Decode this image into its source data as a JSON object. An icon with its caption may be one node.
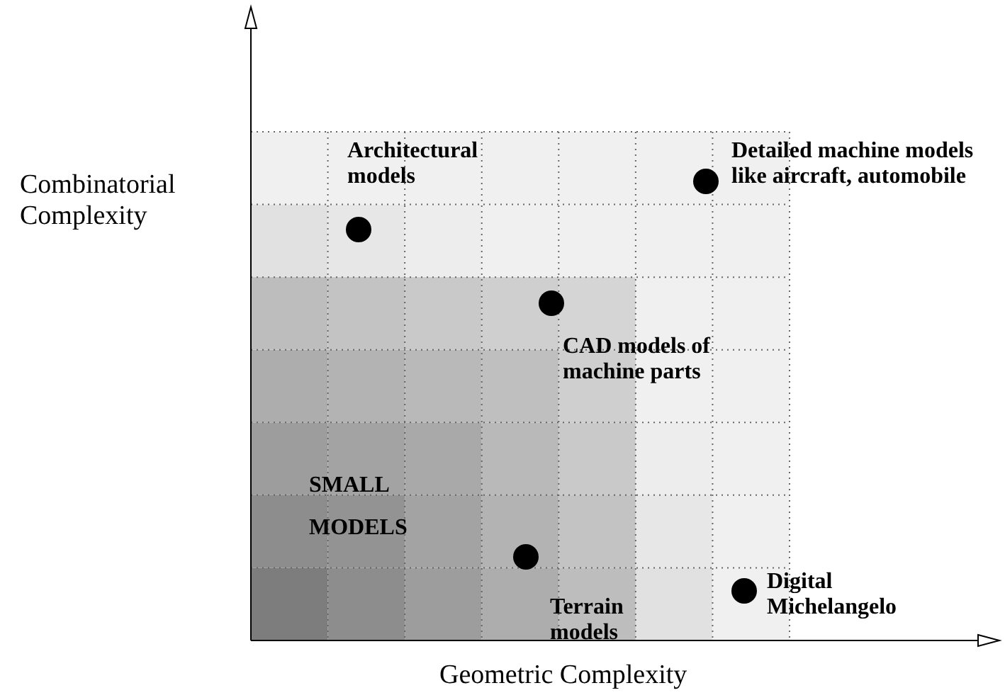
{
  "diagram": {
    "nodes": [
      {
        "text": [],
        "shape": "circle",
        "beside": [
          "Architectural models"
        ]
      },
      {
        "text": [],
        "shape": "circle",
        "beside": [
          "Detailed machine models like aircraft, automobile"
        ]
      },
      {
        "text": [],
        "shape": "circle",
        "beside": [
          "CAD models of machine parts"
        ]
      },
      {
        "text": [],
        "shape": "circle",
        "beside": [
          "Terrain models"
        ]
      },
      {
        "text": [],
        "shape": "circle",
        "beside": [
          "Digital Michelangelo"
        ]
      }
    ],
    "labels": [
      "Combinatorial Complexity",
      "SMALL MODELS",
      "Geometric Complexity"
    ]
  }
}
